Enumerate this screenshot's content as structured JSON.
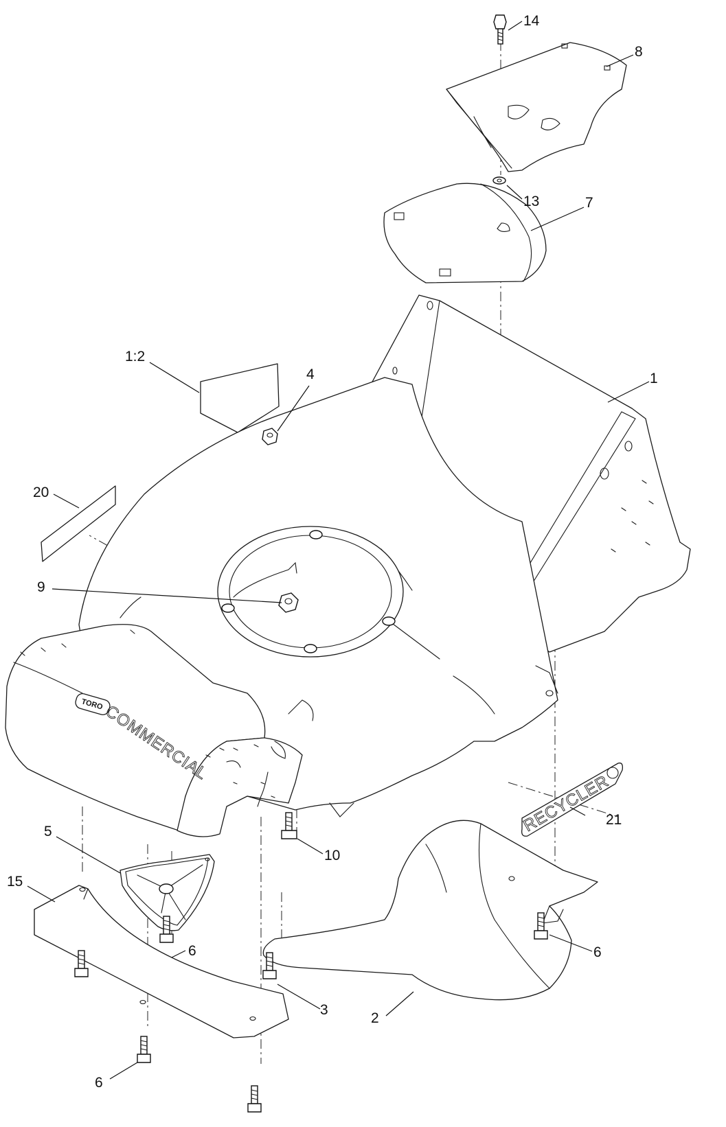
{
  "diagram": {
    "callouts": {
      "c14": "14",
      "c8": "8",
      "c13": "13",
      "c7": "7",
      "c1_2": "1:2",
      "c4": "4",
      "c1": "1",
      "c20": "20",
      "c9": "9",
      "c5": "5",
      "c15": "15",
      "c6a": "6",
      "c6b": "6",
      "c6c": "6",
      "c10": "10",
      "c21": "21",
      "c3": "3",
      "c2": "2"
    },
    "decals": {
      "brand_badge": "TORO",
      "brand_word": "COMMERCIAL",
      "recycler_word": "RECYCLER"
    }
  }
}
